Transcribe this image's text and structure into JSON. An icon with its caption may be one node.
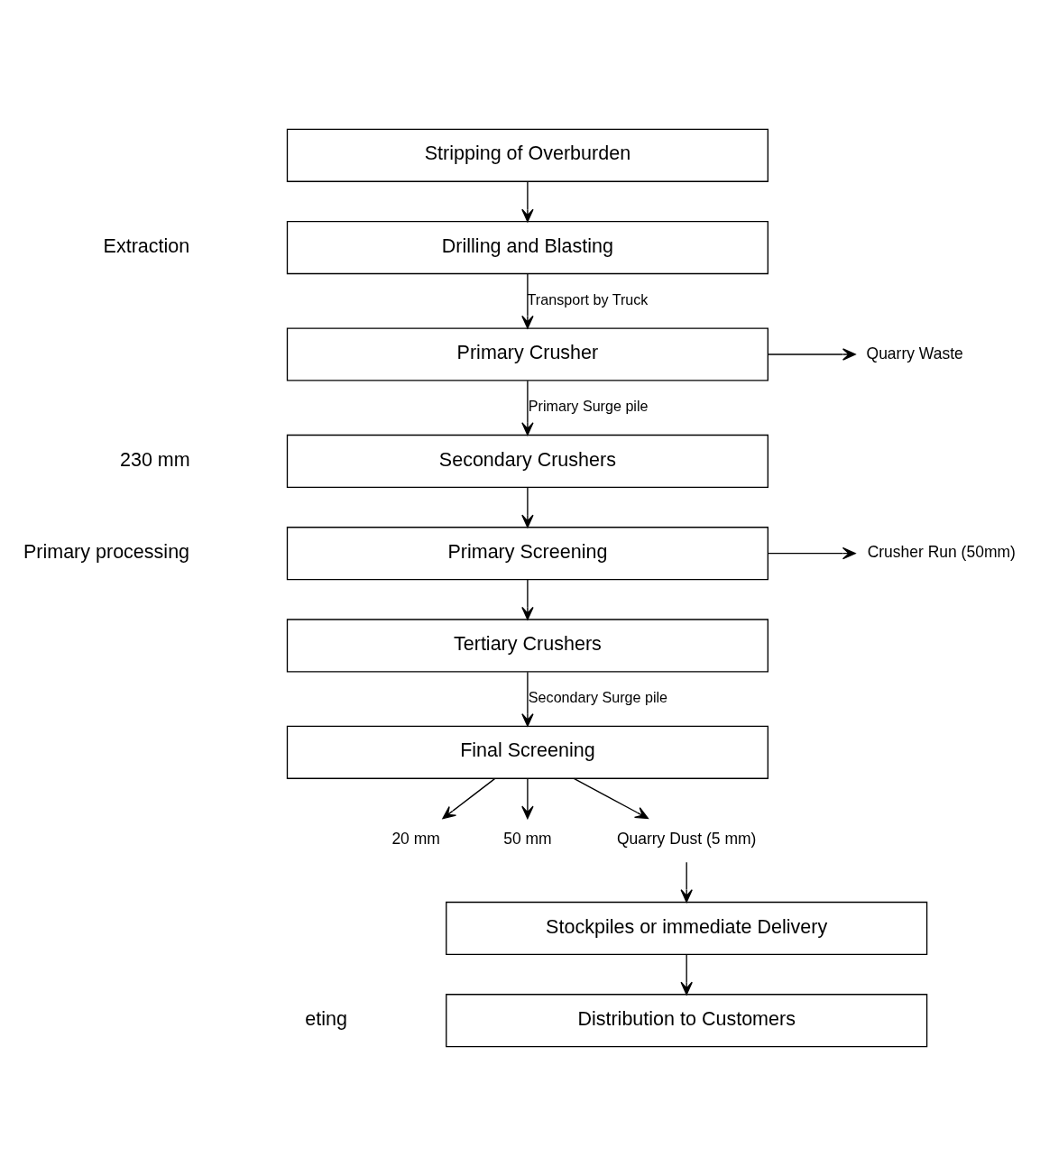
{
  "diagram": {
    "nodes": [
      {
        "text": [
          "Stripping of Overburden"
        ]
      },
      {
        "text": [
          "Drilling and Blasting"
        ]
      },
      {
        "text": [
          "Primary Crusher"
        ]
      },
      {
        "text": [
          "Quarry Waste"
        ]
      },
      {
        "text": [
          "Secondary Crushers"
        ]
      },
      {
        "text": [
          "Primary Screening"
        ]
      },
      {
        "text": [
          "Crusher Run (50mm)"
        ]
      },
      {
        "text": [
          "Tertiary Crushers"
        ]
      },
      {
        "text": [
          "Final Screening"
        ]
      },
      {
        "text": [
          "20 mm"
        ]
      },
      {
        "text": [
          "50 mm"
        ]
      },
      {
        "text": [
          "Quarry Dust (5 mm)"
        ]
      },
      {
        "text": [
          "Stockpiles or immediate Delivery"
        ]
      },
      {
        "text": [
          "Distribution to Customers"
        ]
      }
    ],
    "edges": [
      {
        "from": 0,
        "to": 1,
        "arrow": "to"
      },
      {
        "from": 1,
        "to": 2,
        "arrow": "to",
        "label": "Transport by Truck"
      },
      {
        "from": 2,
        "to": 3,
        "arrow": "to"
      },
      {
        "from": 2,
        "to": 4,
        "arrow": "to",
        "label": "Primary Surge pile"
      },
      {
        "from": 4,
        "to": 5,
        "arrow": "to"
      },
      {
        "from": 5,
        "to": 6,
        "arrow": "to"
      },
      {
        "from": 5,
        "to": 7,
        "arrow": "to"
      },
      {
        "from": 7,
        "to": 8,
        "arrow": "to",
        "label": "Secondary Surge pile"
      },
      {
        "from": 8,
        "to": 9,
        "arrow": "to"
      },
      {
        "from": 8,
        "to": 10,
        "arrow": "to"
      },
      {
        "from": 8,
        "to": 11,
        "arrow": "to"
      },
      {
        "from": 11,
        "to": 12,
        "arrow": "to"
      },
      {
        "from": 12,
        "to": 13,
        "arrow": "to"
      }
    ],
    "labels": [
      "Extraction",
      "230 mm",
      "Primary processing",
      "eting"
    ]
  }
}
